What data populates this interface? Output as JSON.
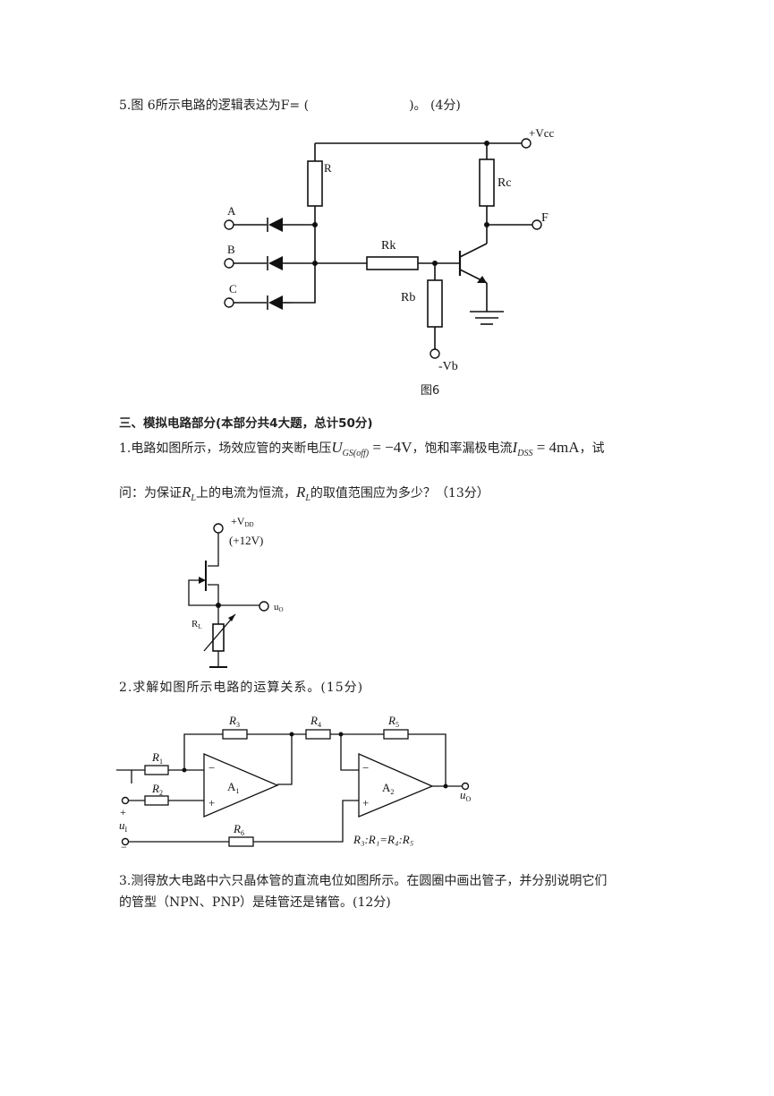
{
  "q5": {
    "text_prefix": "5.图 6所示电路的逻辑表达为F= (",
    "text_suffix": ")。  (4分)",
    "fig_caption": "图6",
    "labels": {
      "vcc": "+Vcc",
      "r": "R",
      "rc": "Rc",
      "f": "F",
      "a": "A",
      "b": "B",
      "c": "C",
      "rk": "Rk",
      "rb": "Rb",
      "vb": "-Vb"
    }
  },
  "section3": {
    "heading": "三、模拟电路部分(本部分共4大题，总计50分)"
  },
  "q1": {
    "line1_a": "1.电路如图所示，场效应管的夹断电压",
    "ugs_symbol": "U",
    "ugs_sub": "GS(off)",
    "ugs_value": "= −4V",
    "line1_b": "，饱和率漏极电流",
    "idss_symbol": "I",
    "idss_sub": "DSS",
    "idss_value": "= 4mA",
    "line1_c": "，试",
    "line2_a": "问：为保证",
    "rl_symbol": "R",
    "rl_sub": "L",
    "line2_b": "上的电流为恒流，",
    "line2_c": "的取值范围应为多少？（13分）",
    "labels": {
      "vdd": "+V",
      "vdd_sub": "DD",
      "vdd_value": "(+12V)",
      "uo": "u",
      "uo_sub": "O",
      "rl": "R",
      "rl_sub": "L"
    }
  },
  "q2": {
    "text": "2.求解如图所示电路的运算关系。(15分)",
    "labels": {
      "r1": "R",
      "r1_sub": "1",
      "r2": "R",
      "r2_sub": "2",
      "r3": "R",
      "r3_sub": "3",
      "r4": "R",
      "r4_sub": "4",
      "r5": "R",
      "r5_sub": "5",
      "r6": "R",
      "r6_sub": "6",
      "a1": "A",
      "a1_sub": "1",
      "a2": "A",
      "a2_sub": "2",
      "uo": "u",
      "uo_sub": "O",
      "ui": "u",
      "ui_sub": "I",
      "minus": "−",
      "plus": "+",
      "ratio": "R₃:R₁=R₄:R₅"
    }
  },
  "q3": {
    "line1": "3.测得放大电路中六只晶体管的直流电位如图所示。在圆圈中画出管子，并分别说明它们",
    "line2": "的管型（NPN、PNP）是硅管还是锗管。(12分)"
  }
}
